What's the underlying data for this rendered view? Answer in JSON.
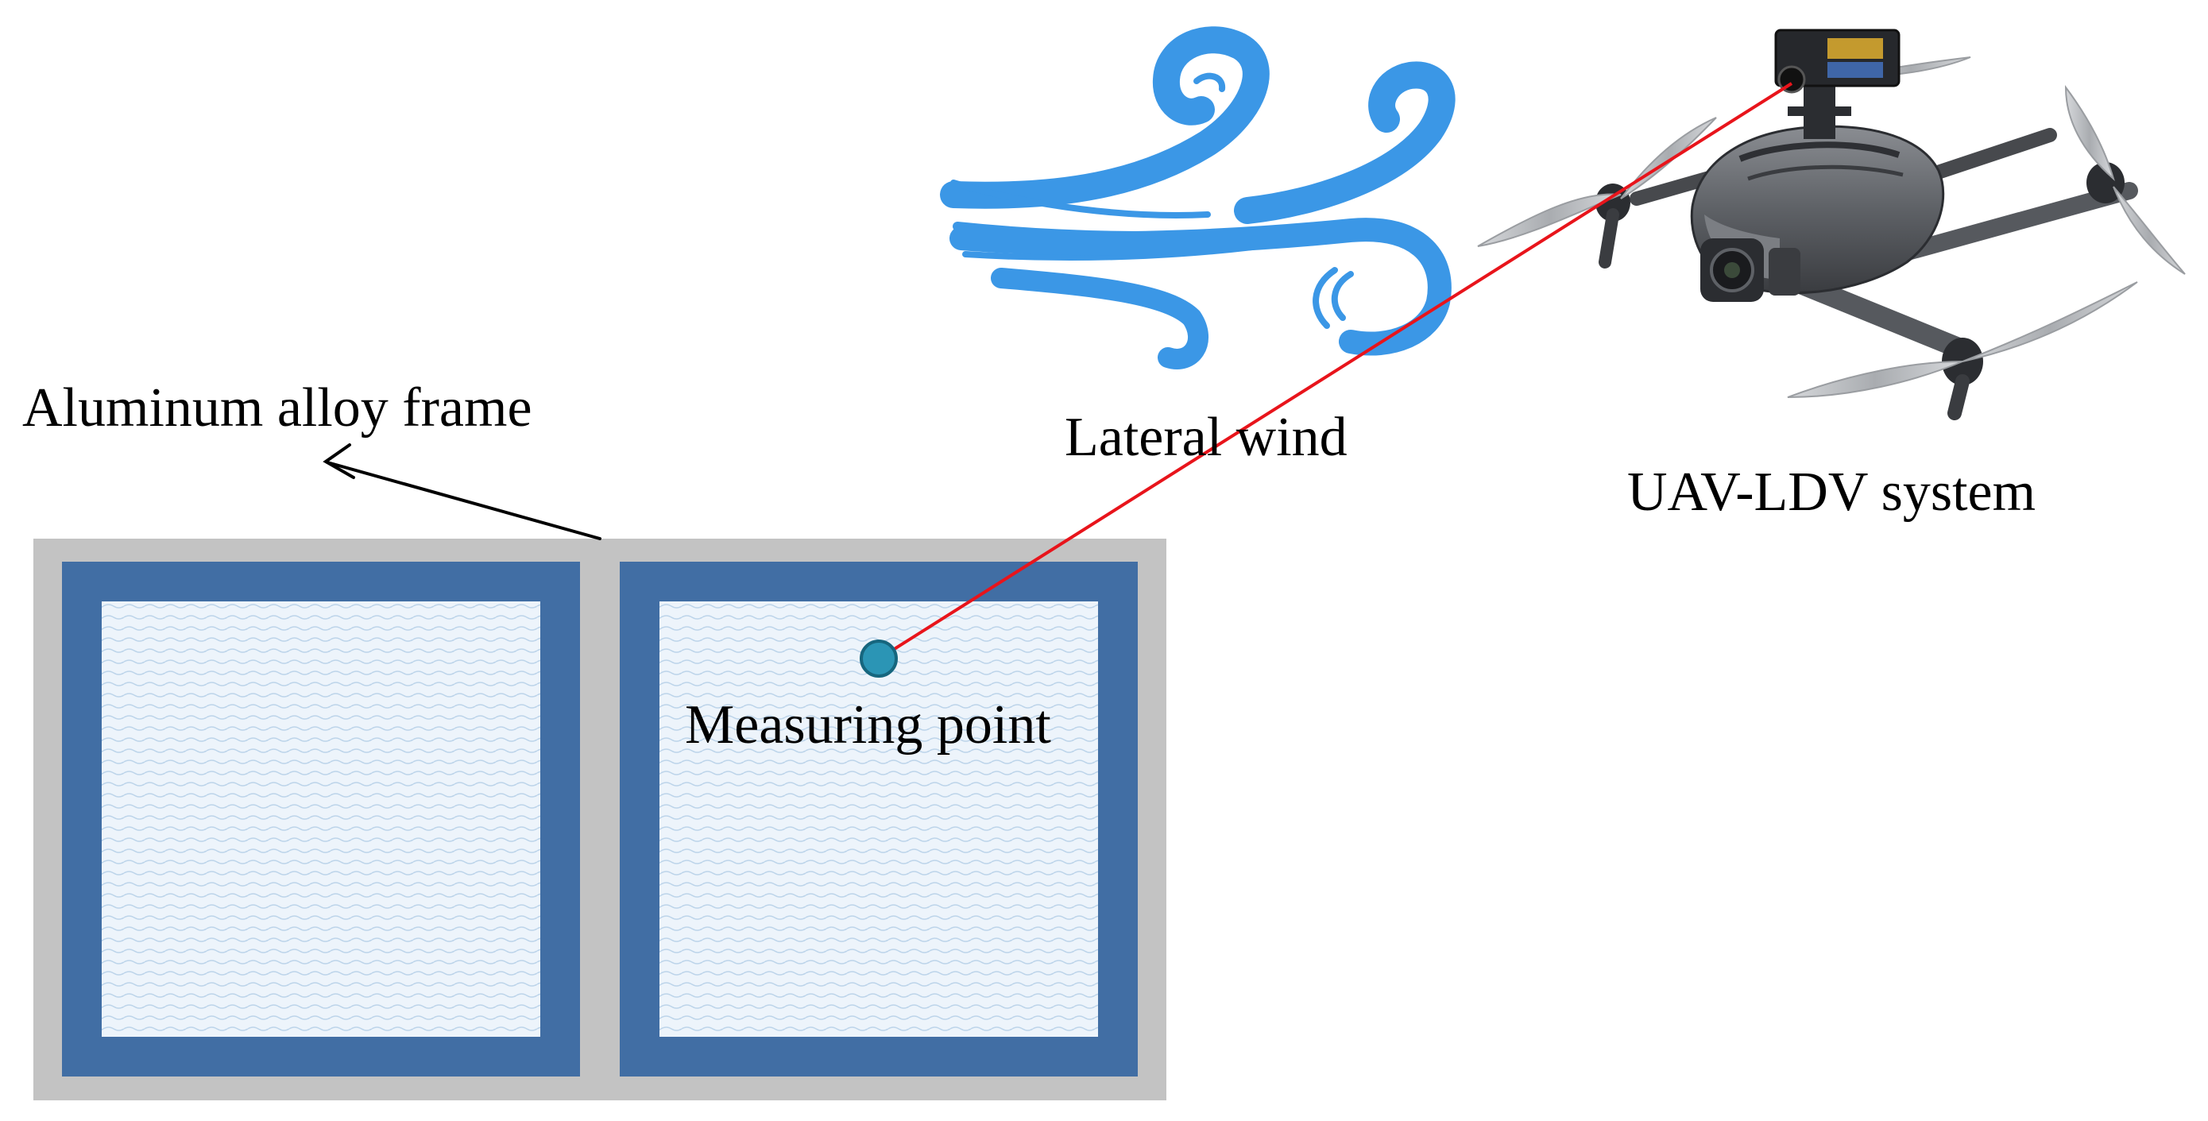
{
  "labels": {
    "frame": "Aluminum alloy frame",
    "wind": "Lateral wind",
    "system": "UAV-LDV system",
    "point": "Measuring point"
  },
  "colors": {
    "frame_outer": "#c3c3c3",
    "panel_border": "#416ea4",
    "panel_fill": "#edf4fb",
    "wind": "#3b97e6",
    "laser": "#e8141b",
    "point_fill": "#2b95b5",
    "point_stroke": "#16667e",
    "drone_body": "#5e6166",
    "drone_dark": "#2b2d31"
  },
  "icons": {
    "wind": "wind-gust-icon",
    "drone": "quadcopter-drone-icon",
    "point": "measuring-point-dot-icon"
  }
}
